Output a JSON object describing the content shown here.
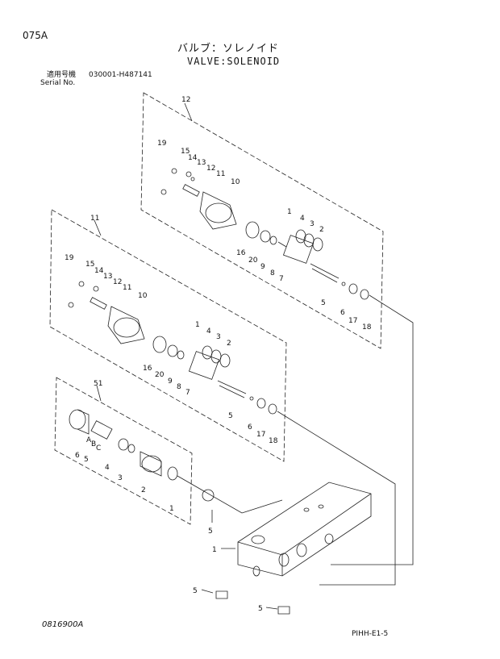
{
  "page_code": "075A",
  "title_jp": "バルブ：ソレノイド",
  "title_en": "VALVE:SOLENOID",
  "serial": {
    "label_jp": "適用号機",
    "label_en": "Serial No.",
    "value": "030001-H487141"
  },
  "callouts": {
    "group_upper": "12",
    "group_middle": "11",
    "group_lower": "51",
    "upper": [
      "19",
      "15",
      "14",
      "13",
      "12",
      "11",
      "10",
      "1",
      "4",
      "3",
      "2",
      "16",
      "20",
      "9",
      "8",
      "7",
      "5",
      "6",
      "17",
      "18"
    ],
    "middle": [
      "19",
      "15",
      "14",
      "13",
      "12",
      "11",
      "10",
      "1",
      "4",
      "3",
      "2",
      "16",
      "20",
      "9",
      "8",
      "7",
      "5",
      "6",
      "17",
      "18"
    ],
    "lower": [
      "A",
      "B",
      "C",
      "6",
      "5",
      "4",
      "3",
      "2",
      "1"
    ],
    "body": [
      "5",
      "1",
      "5",
      "5"
    ]
  },
  "footer_left": "0816900A",
  "footer_right": "PIHH-E1-5"
}
